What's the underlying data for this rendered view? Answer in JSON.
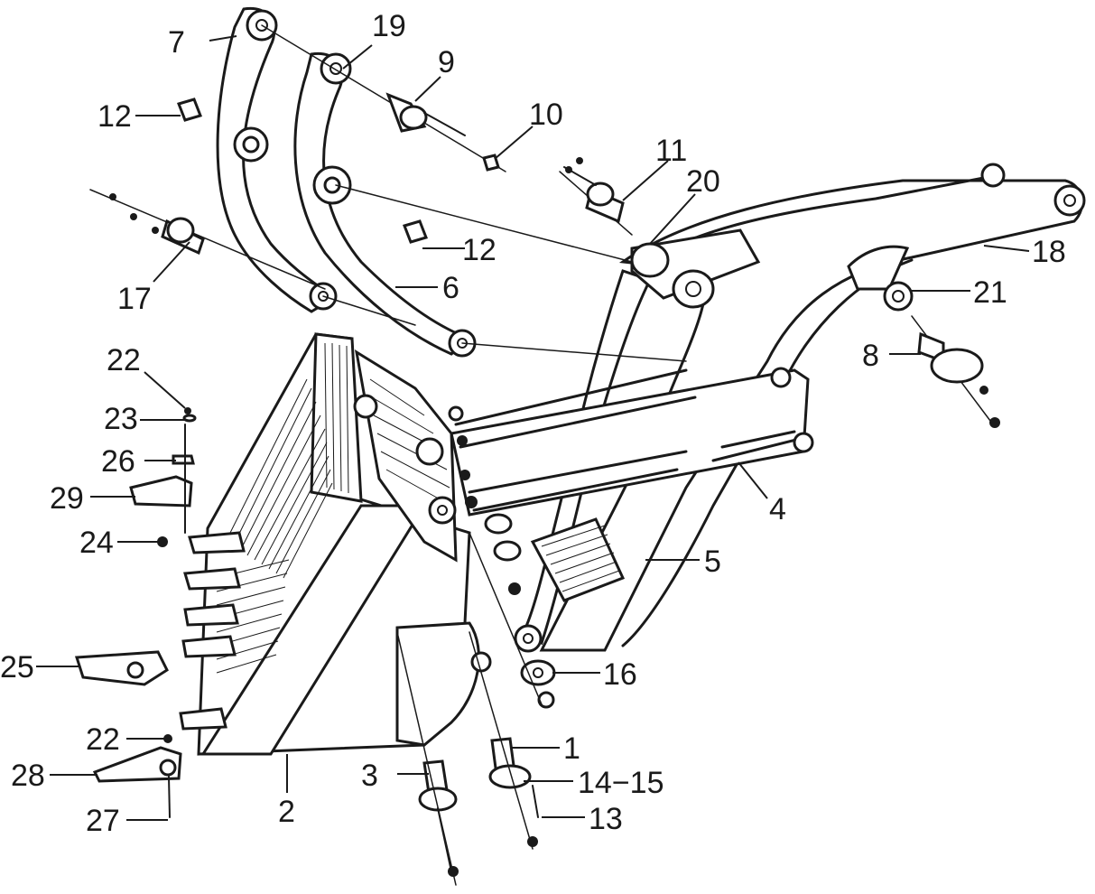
{
  "diagram": {
    "callouts": [
      {
        "id": "c7",
        "label": "7"
      },
      {
        "id": "c19",
        "label": "19"
      },
      {
        "id": "c9",
        "label": "9"
      },
      {
        "id": "c12a",
        "label": "12"
      },
      {
        "id": "c10",
        "label": "10"
      },
      {
        "id": "c11",
        "label": "11"
      },
      {
        "id": "c20",
        "label": "20"
      },
      {
        "id": "c12b",
        "label": "12"
      },
      {
        "id": "c18",
        "label": "18"
      },
      {
        "id": "c17",
        "label": "17"
      },
      {
        "id": "c6",
        "label": "6"
      },
      {
        "id": "c21",
        "label": "21"
      },
      {
        "id": "c8",
        "label": "8"
      },
      {
        "id": "c22a",
        "label": "22"
      },
      {
        "id": "c23",
        "label": "23"
      },
      {
        "id": "c26",
        "label": "26"
      },
      {
        "id": "c29",
        "label": "29"
      },
      {
        "id": "c24",
        "label": "24"
      },
      {
        "id": "c4",
        "label": "4"
      },
      {
        "id": "c5",
        "label": "5"
      },
      {
        "id": "c25",
        "label": "25"
      },
      {
        "id": "c16",
        "label": "16"
      },
      {
        "id": "c22b",
        "label": "22"
      },
      {
        "id": "c1",
        "label": "1"
      },
      {
        "id": "c28",
        "label": "28"
      },
      {
        "id": "c3",
        "label": "3"
      },
      {
        "id": "c14",
        "label": "14−15"
      },
      {
        "id": "c27",
        "label": "27"
      },
      {
        "id": "c2",
        "label": "2"
      },
      {
        "id": "c13",
        "label": "13"
      }
    ]
  }
}
